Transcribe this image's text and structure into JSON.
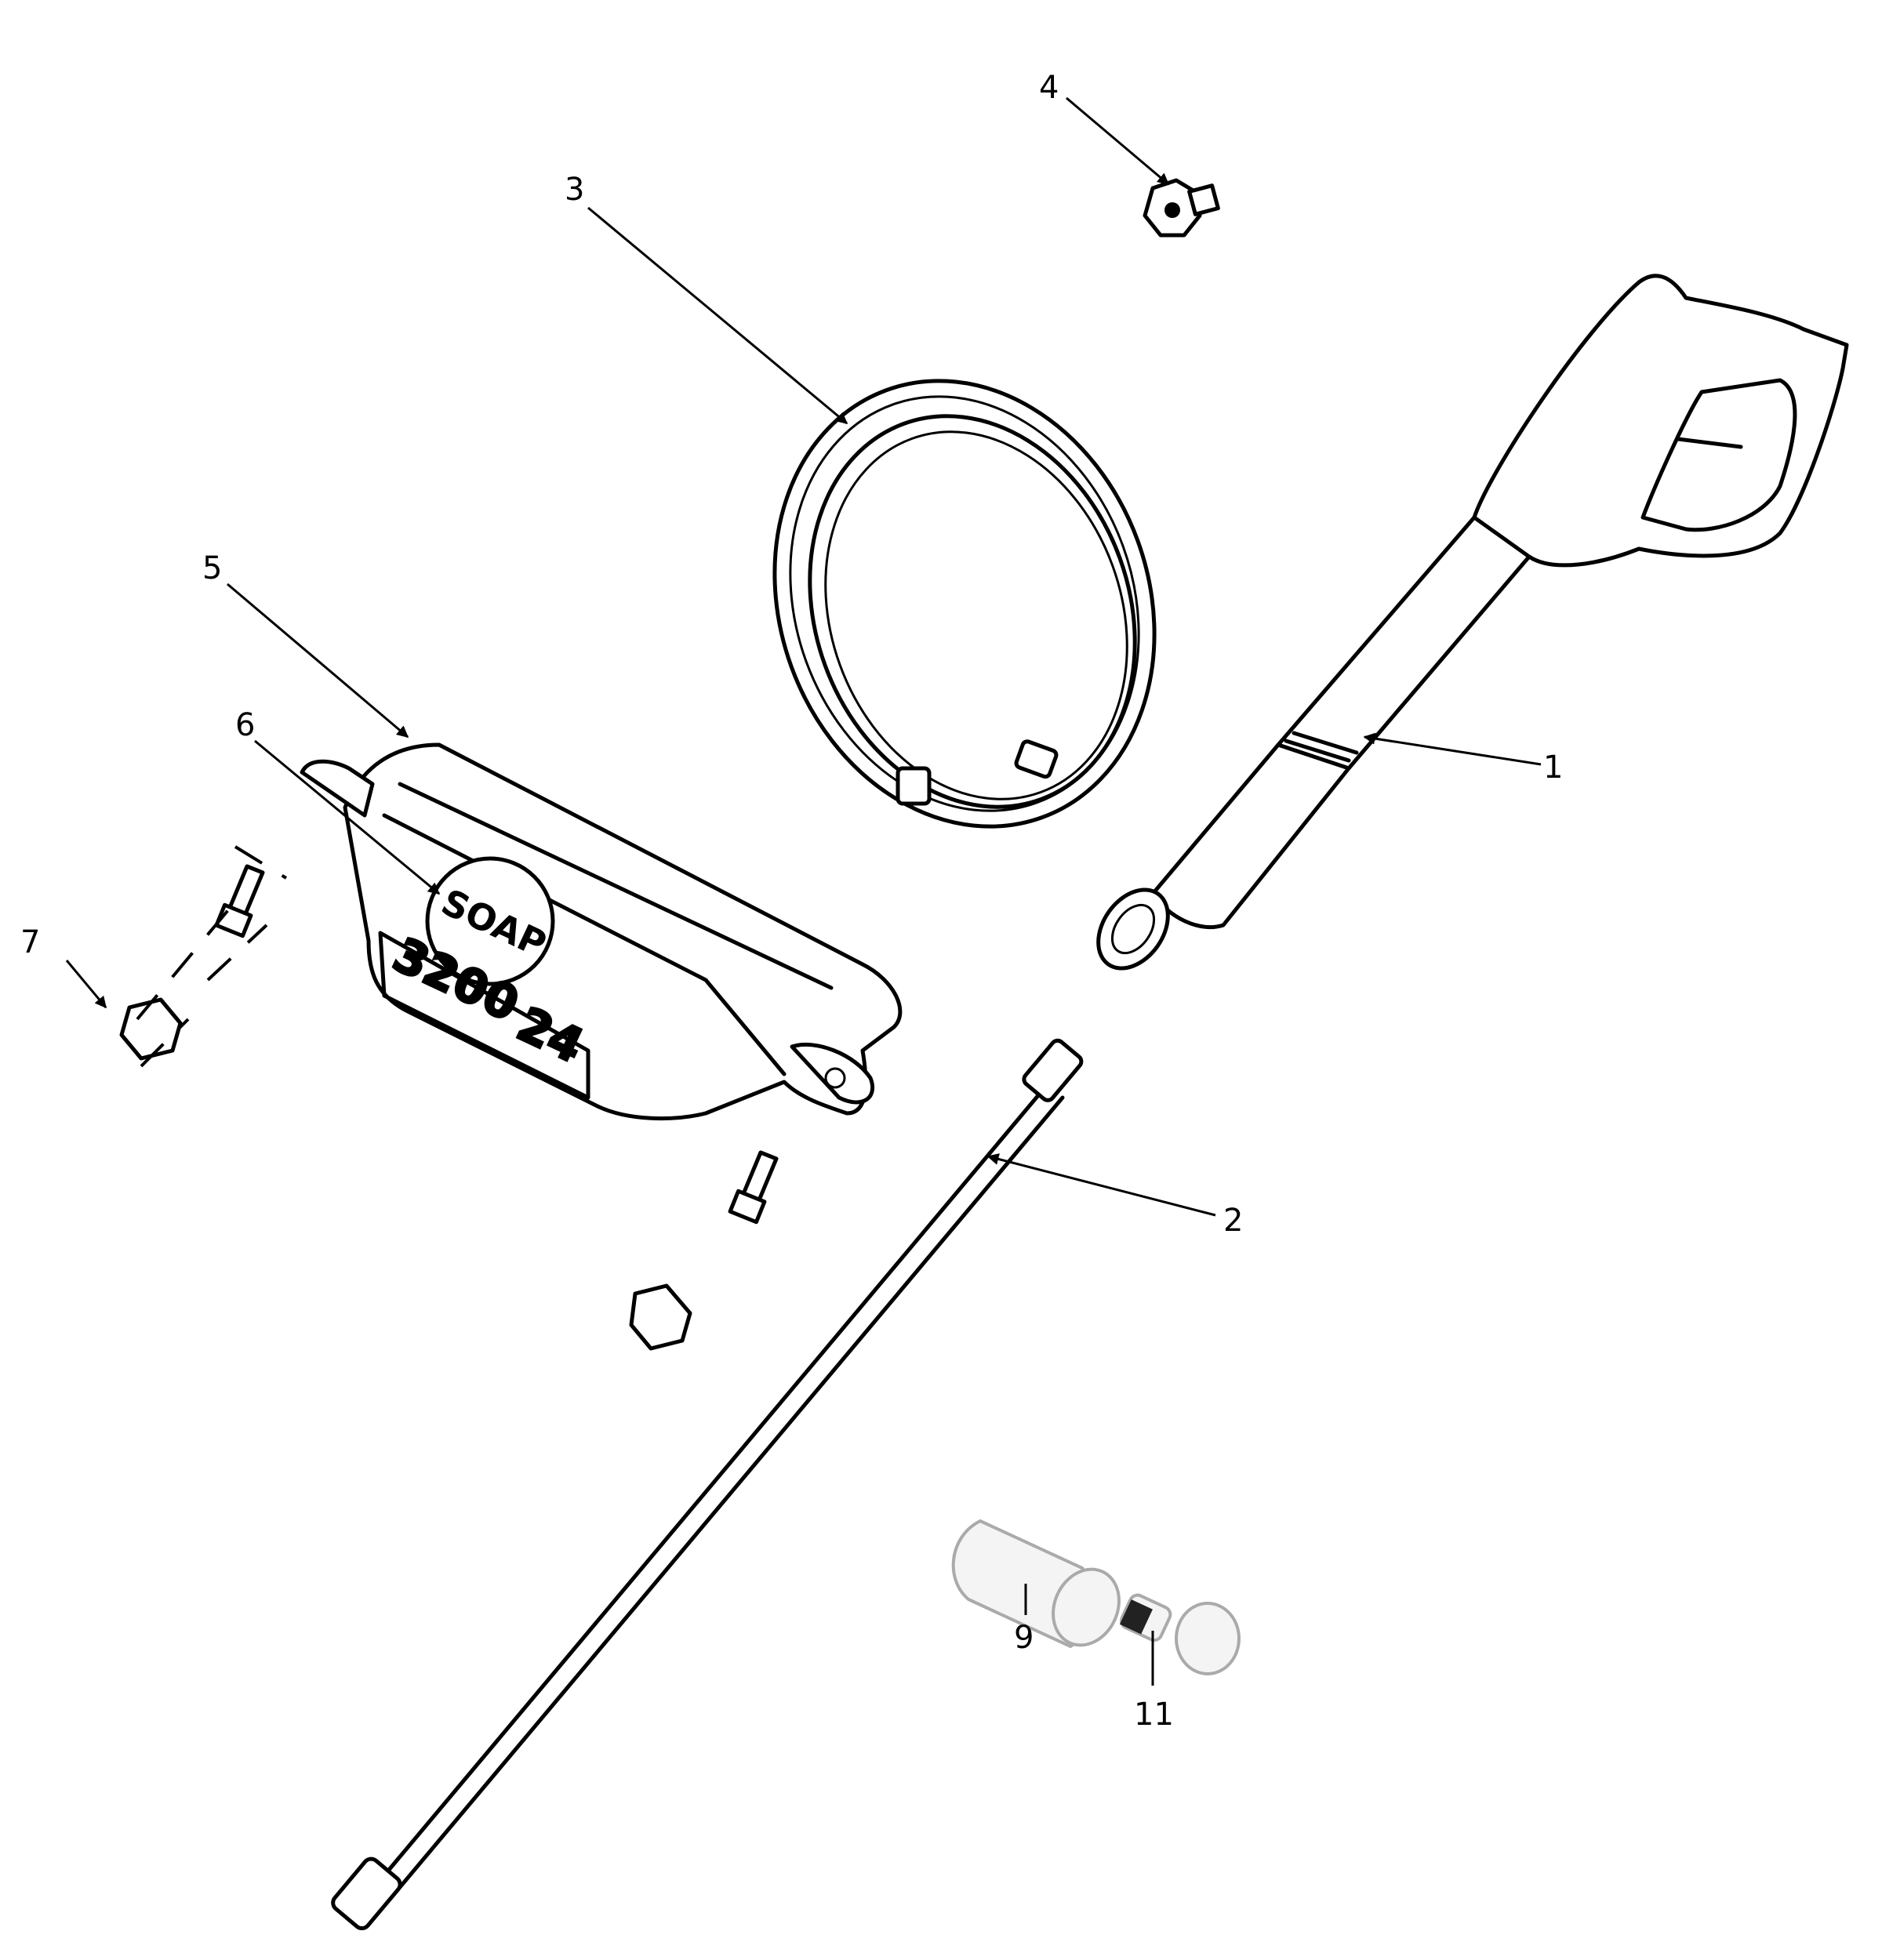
{
  "diagram": {
    "callouts": [
      {
        "id": "1",
        "label": "1"
      },
      {
        "id": "2",
        "label": "2"
      },
      {
        "id": "3",
        "label": "3"
      },
      {
        "id": "4",
        "label": "4"
      },
      {
        "id": "5",
        "label": "5"
      },
      {
        "id": "6",
        "label": "6"
      },
      {
        "id": "7",
        "label": "7"
      },
      {
        "id": "9",
        "label": "9"
      },
      {
        "id": "11",
        "label": "11"
      }
    ],
    "tank": {
      "cap_text": "SOAP",
      "psi_text": "3200",
      "gpm_text": "24"
    }
  }
}
